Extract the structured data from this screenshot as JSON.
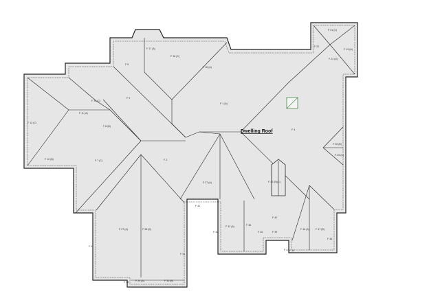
{
  "title": "Dwelling Roof",
  "colors": {
    "roof_fill": "#e6e6e6",
    "line": "#222222",
    "skylight": "#4a8a4a"
  },
  "facets": [
    {
      "id": "f5",
      "text": "F 5"
    },
    {
      "id": "f17",
      "text": "F 17 (A)"
    },
    {
      "id": "f18",
      "text": "F 18 (C)"
    },
    {
      "id": "f16",
      "text": "F 16 (A)"
    },
    {
      "id": "f9",
      "text": "F 9"
    },
    {
      "id": "f10",
      "text": "F 10 (C)"
    },
    {
      "id": "f11",
      "text": "F 11 (A)"
    },
    {
      "id": "f13",
      "text": "F 13 (C)"
    },
    {
      "id": "f12",
      "text": "F 12 (B)"
    },
    {
      "id": "f8",
      "text": "F 8 (B)"
    },
    {
      "id": "f7",
      "text": "F 7 (C)"
    },
    {
      "id": "f2",
      "text": "F 2"
    },
    {
      "id": "f1",
      "text": "F 1 (A)"
    },
    {
      "id": "f4",
      "text": "F 4"
    },
    {
      "id": "f21",
      "text": "F 21 (C)"
    },
    {
      "id": "f20",
      "text": "F 20"
    },
    {
      "id": "f19",
      "text": "F 19 (A)"
    },
    {
      "id": "f22",
      "text": "F 22 (D)"
    },
    {
      "id": "f26",
      "text": "F 26 (B)"
    },
    {
      "id": "f25",
      "text": "F 25 (C)"
    },
    {
      "id": "f37b",
      "text": "F 37 (A)"
    },
    {
      "id": "f42",
      "text": "F 42 (B)(C)"
    },
    {
      "id": "f41",
      "text": "F 41"
    },
    {
      "id": "f27",
      "text": "F 27 (A)"
    },
    {
      "id": "f28",
      "text": "F 28 (B)"
    },
    {
      "id": "f3",
      "text": "F 3"
    },
    {
      "id": "f31",
      "text": "F 31"
    },
    {
      "id": "f29",
      "text": "F 29 (A)"
    },
    {
      "id": "f30",
      "text": "F 30 (B)"
    },
    {
      "id": "f33",
      "text": "F 33 (A)"
    },
    {
      "id": "f36",
      "text": "F 36"
    },
    {
      "id": "f32",
      "text": "F 32"
    },
    {
      "id": "f40",
      "text": "F 40"
    },
    {
      "id": "f39",
      "text": "F 39"
    },
    {
      "id": "f35",
      "text": "F 35"
    },
    {
      "id": "f43",
      "text": "F 43"
    },
    {
      "id": "f46",
      "text": "F 46 (A)"
    },
    {
      "id": "f47",
      "text": "F 47 (B)"
    },
    {
      "id": "f45",
      "text": "F 45"
    },
    {
      "id": "f44",
      "text": "F 44"
    },
    {
      "id": "f15",
      "text": "F 15"
    }
  ]
}
